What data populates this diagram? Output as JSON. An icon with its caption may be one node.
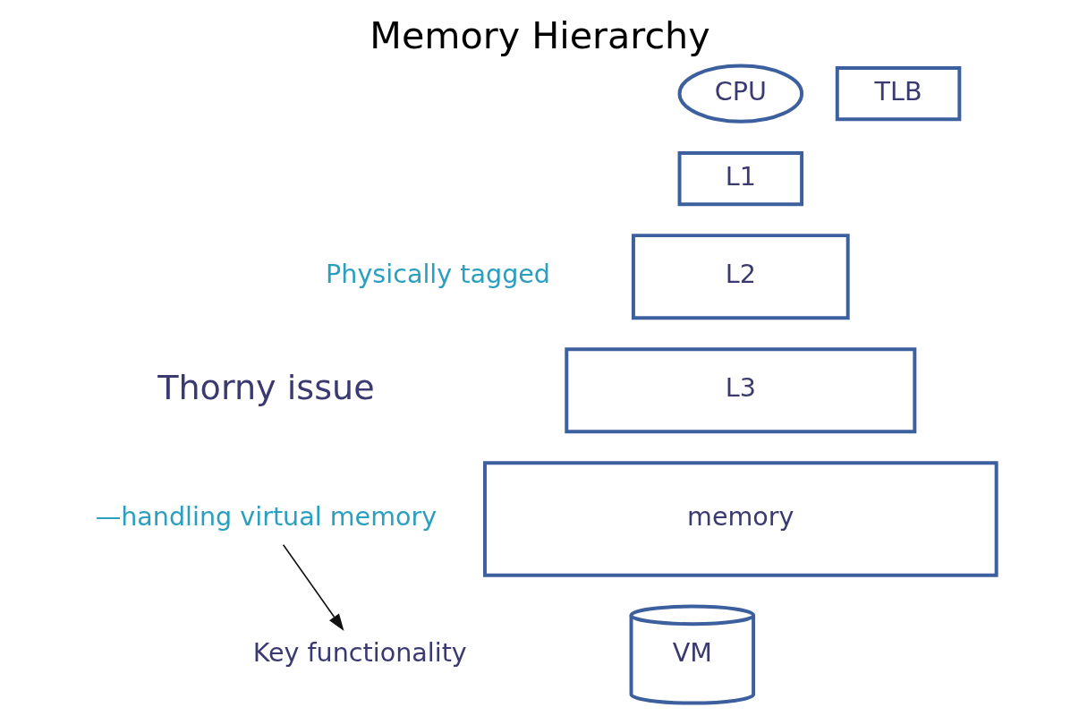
{
  "diagram": {
    "title": "Memory Hierarchy",
    "nodes": [
      {
        "text": [
          "CPU"
        ]
      },
      {
        "text": [
          "TLB"
        ]
      },
      {
        "text": [
          "L1"
        ]
      },
      {
        "text": [
          "L2"
        ]
      },
      {
        "text": [
          "L3"
        ]
      },
      {
        "text": [
          "memory"
        ]
      },
      {
        "text": [
          "VM"
        ]
      },
      {
        "text": [
          "—handling virtual memory"
        ]
      },
      {
        "text": [
          "Key functionality"
        ]
      }
    ],
    "edges": [
      {
        "from": 7,
        "to": 8,
        "arrow": "to",
        "color": "#111111"
      }
    ],
    "labels": [
      "Physically tagged",
      "Thorny issue"
    ]
  }
}
